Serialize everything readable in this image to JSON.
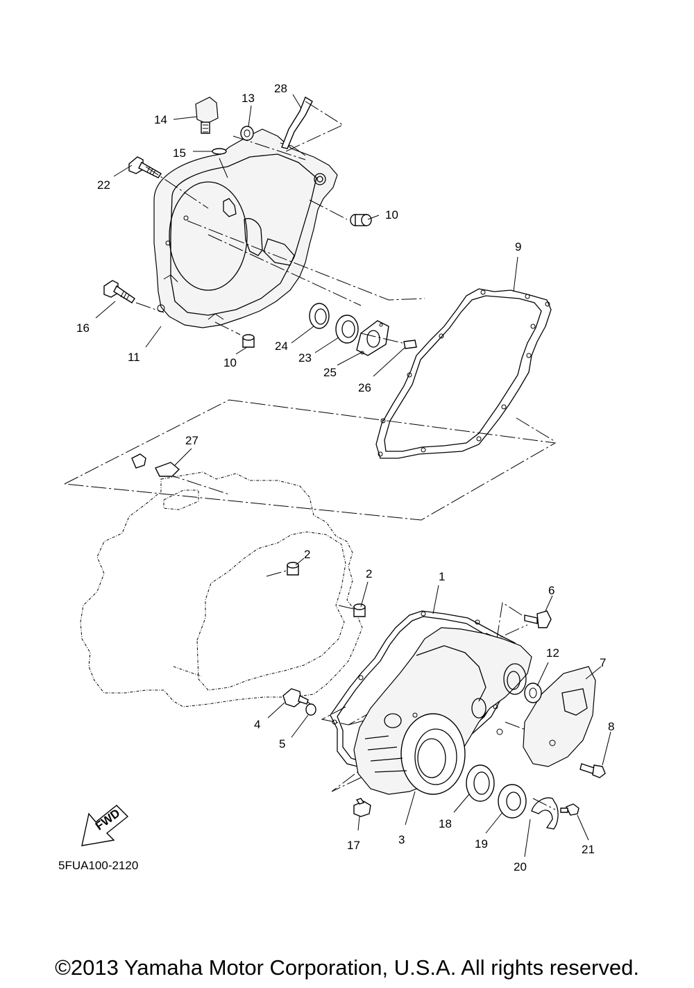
{
  "diagram": {
    "code": "5FUA100-2120",
    "copyright": "©2013 Yamaha Motor Corporation, U.S.A. All rights reserved.",
    "fwd_label": "FWD"
  },
  "callouts": [
    {
      "id": "1",
      "text": "1"
    },
    {
      "id": "2a",
      "text": "2"
    },
    {
      "id": "2b",
      "text": "2"
    },
    {
      "id": "3",
      "text": "3"
    },
    {
      "id": "4",
      "text": "4"
    },
    {
      "id": "5",
      "text": "5"
    },
    {
      "id": "6",
      "text": "6"
    },
    {
      "id": "7",
      "text": "7"
    },
    {
      "id": "8",
      "text": "8"
    },
    {
      "id": "9",
      "text": "9"
    },
    {
      "id": "10a",
      "text": "10"
    },
    {
      "id": "10b",
      "text": "10"
    },
    {
      "id": "11",
      "text": "11"
    },
    {
      "id": "12",
      "text": "12"
    },
    {
      "id": "13",
      "text": "13"
    },
    {
      "id": "14",
      "text": "14"
    },
    {
      "id": "15",
      "text": "15"
    },
    {
      "id": "16",
      "text": "16"
    },
    {
      "id": "17",
      "text": "17"
    },
    {
      "id": "18",
      "text": "18"
    },
    {
      "id": "19",
      "text": "19"
    },
    {
      "id": "20",
      "text": "20"
    },
    {
      "id": "21",
      "text": "21"
    },
    {
      "id": "22",
      "text": "22"
    },
    {
      "id": "23",
      "text": "23"
    },
    {
      "id": "24",
      "text": "24"
    },
    {
      "id": "25",
      "text": "25"
    },
    {
      "id": "26",
      "text": "26"
    },
    {
      "id": "27",
      "text": "27"
    },
    {
      "id": "28",
      "text": "28"
    }
  ]
}
